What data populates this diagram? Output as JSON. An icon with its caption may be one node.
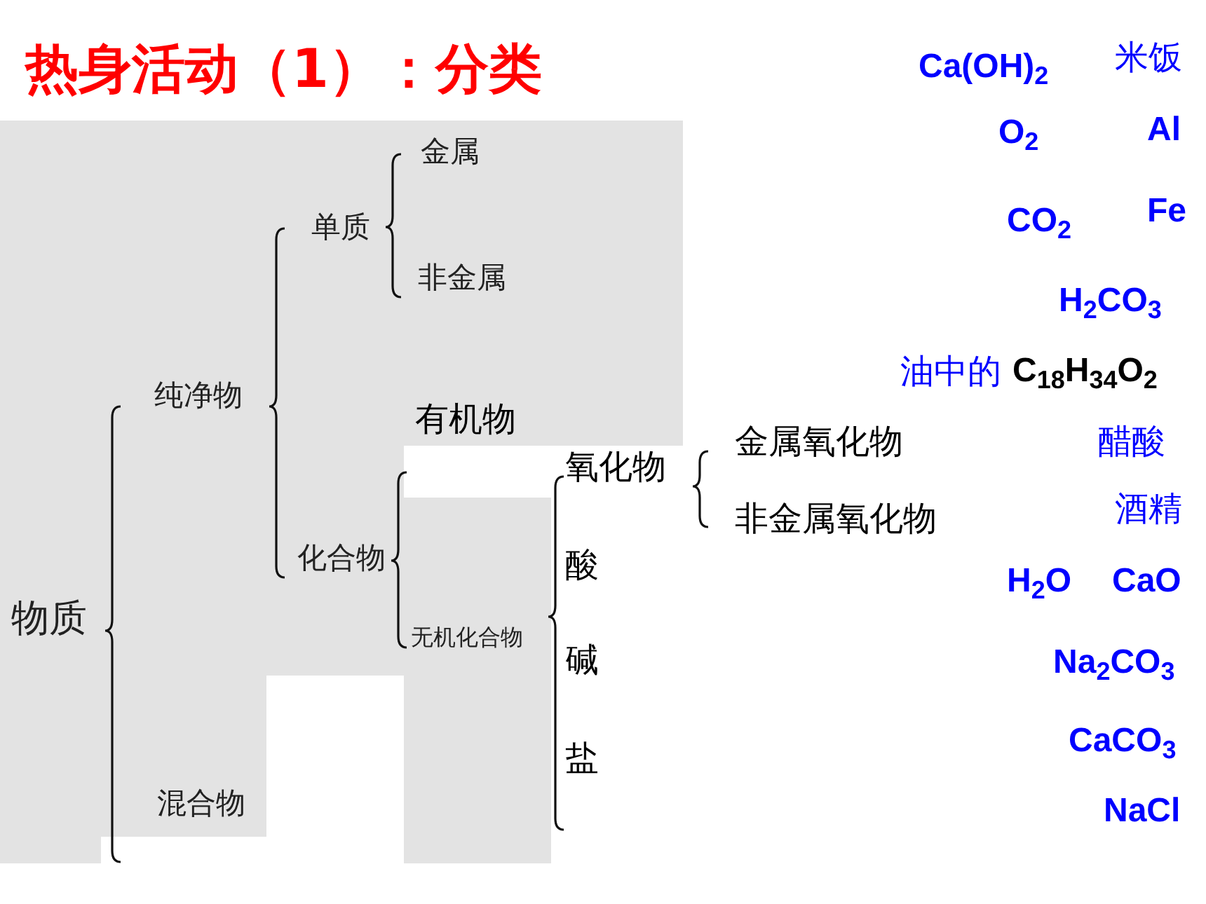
{
  "diagram": {
    "title": "热身活动（1）：分类",
    "nodes": [
      {
        "text": [
          "物质",
          "纯净物",
          "单质",
          "金属",
          "非金属",
          "化合物",
          "无机化合物",
          "混合物"
        ]
      }
    ],
    "labels": [
      "Ca(OH)$_{2}$",
      "米饭",
      "O$_{2}$",
      "Al",
      "CO$_{2}$",
      "Fe",
      "H$_{2}$CO$_{3}$",
      "油中的",
      "C$_{18}$H$_{34}$O$_{2}$",
      "有机物",
      "氧化物",
      "金属氧化物",
      "非金属氧化物",
      "醋酸",
      "酒精",
      "酸",
      "H$_{2}$O",
      "CaO",
      "碱",
      "Na$_{2}$CO$_{3}$",
      "盐",
      "CaCO$_{3}$",
      "NaCl"
    ]
  }
}
